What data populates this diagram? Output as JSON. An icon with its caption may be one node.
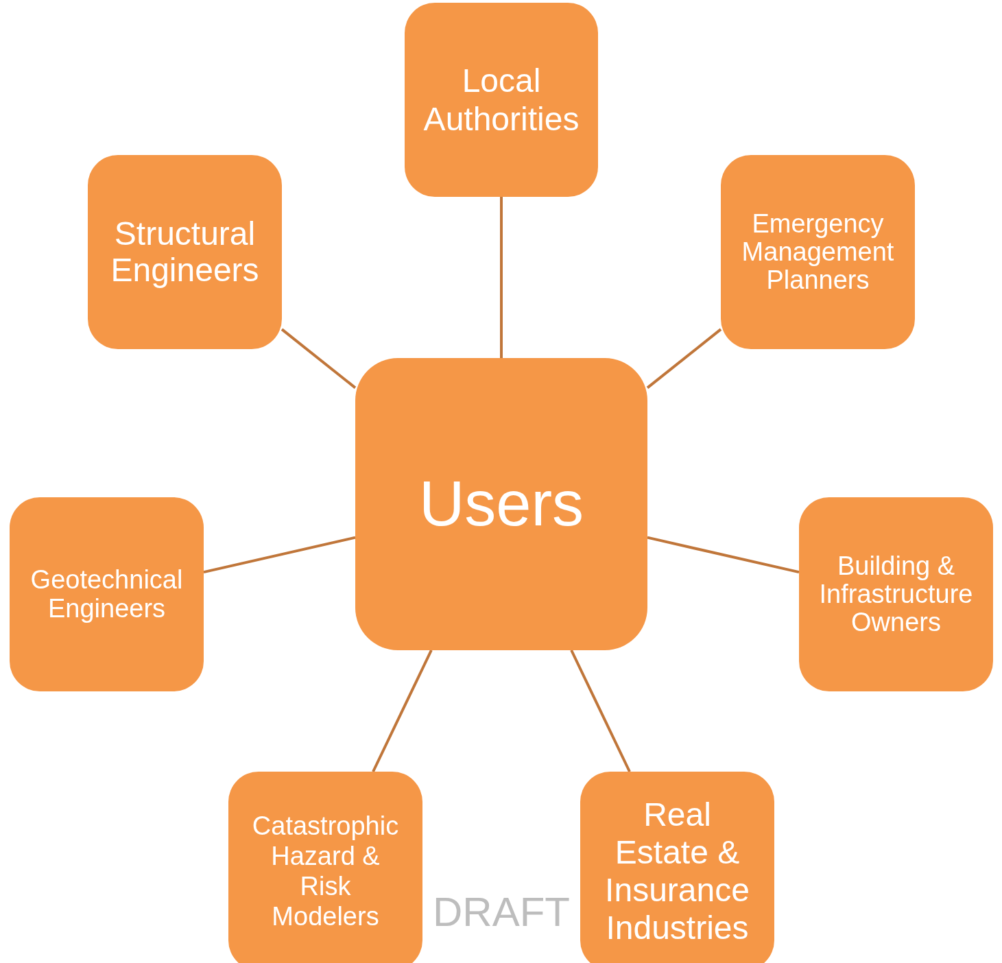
{
  "diagram": {
    "nodes": [
      {
        "text": [
          "Users"
        ]
      },
      {
        "text": [
          "Local Authorities"
        ]
      },
      {
        "text": [
          "Emergency Management Planners"
        ]
      },
      {
        "text": [
          "Building & Infrastructure Owners"
        ]
      },
      {
        "text": [
          "Real Estate & Insurance Industries"
        ]
      },
      {
        "text": [
          "Catastrophic Hazard & Risk Modelers"
        ]
      },
      {
        "text": [
          "Geotechnical Engineers"
        ]
      },
      {
        "text": [
          "Structural Engineers"
        ]
      }
    ],
    "edges": [
      {
        "from": 0,
        "to": 1,
        "arrow": "none"
      },
      {
        "from": 0,
        "to": 2,
        "arrow": "none"
      },
      {
        "from": 0,
        "to": 3,
        "arrow": "none"
      },
      {
        "from": 0,
        "to": 4,
        "arrow": "none"
      },
      {
        "from": 0,
        "to": 5,
        "arrow": "none"
      },
      {
        "from": 0,
        "to": 6,
        "arrow": "none"
      },
      {
        "from": 0,
        "to": 7,
        "arrow": "none"
      }
    ],
    "labels": [
      "DRAFT"
    ]
  }
}
